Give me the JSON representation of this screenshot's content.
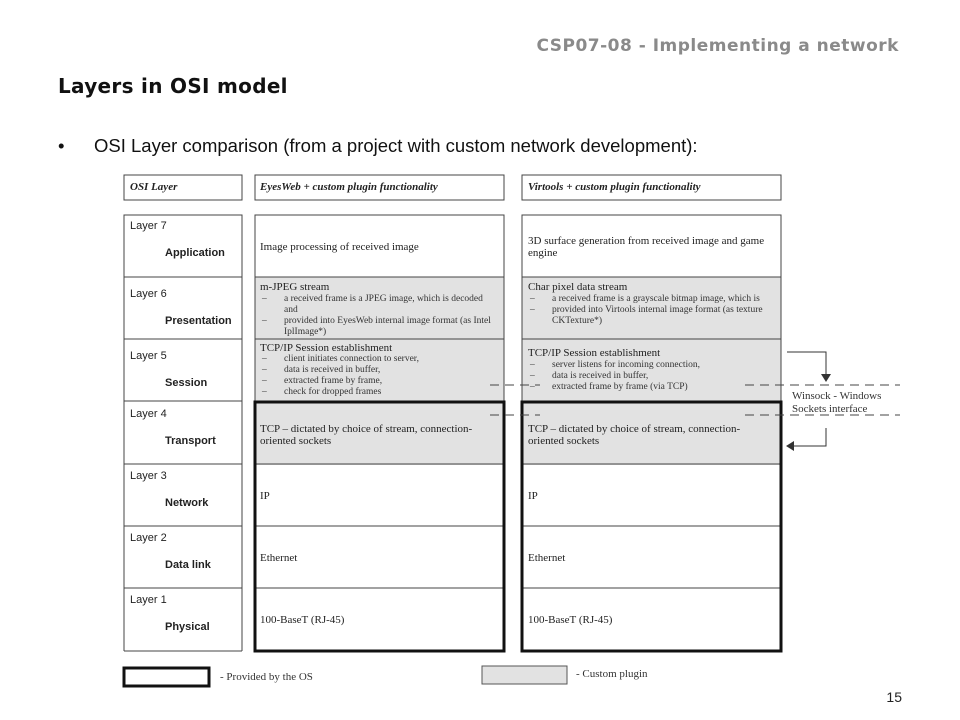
{
  "header": {
    "course": "CSP07-08 - Implementing a network",
    "title": "Layers in OSI model",
    "bullet": "OSI Layer comparison (from a project with custom network development):",
    "bullet_mark": "•",
    "page_number": "15"
  },
  "table": {
    "col_headers": {
      "osi": "OSI Layer",
      "eyesweb": "EyesWeb + custom plugin functionality",
      "virtools": "Virtools + custom plugin functionality"
    },
    "layers": [
      {
        "layer": "Layer 7",
        "name": "Application"
      },
      {
        "layer": "Layer 6",
        "name": "Presentation"
      },
      {
        "layer": "Layer 5",
        "name": "Session"
      },
      {
        "layer": "Layer 4",
        "name": "Transport"
      },
      {
        "layer": "Layer 3",
        "name": "Network"
      },
      {
        "layer": "Layer 2",
        "name": "Data link"
      },
      {
        "layer": "Layer 1",
        "name": "Physical"
      }
    ],
    "eyesweb": {
      "l7": "Image processing of received image",
      "l6_title": "m-JPEG stream",
      "l6_items": [
        "a received frame is a JPEG image, which is decoded and",
        "provided into EyesWeb internal image format (as Intel IplImage*)"
      ],
      "l5_title": "TCP/IP Session establishment",
      "l5_items": [
        "client initiates connection to server,",
        "data is received in buffer,",
        "extracted frame by frame,",
        "check for dropped frames"
      ],
      "l4": "TCP – dictated by choice of stream, connection-oriented sockets",
      "l3": "IP",
      "l2": "Ethernet",
      "l1": "100-BaseT (RJ-45)"
    },
    "virtools": {
      "l7": "3D surface generation from received image and game engine",
      "l6_title": "Char pixel data stream",
      "l6_items": [
        "a received frame is a grayscale bitmap image, which is",
        "provided into Virtools internal image format (as texture CKTexture*)"
      ],
      "l5_title": "TCP/IP Session establishment",
      "l5_items": [
        "server listens for incoming connection,",
        "data is received in buffer,",
        "extracted frame by frame (via TCP)"
      ],
      "l4": "TCP – dictated by choice of stream, connection-oriented sockets",
      "l3": "IP",
      "l2": "Ethernet",
      "l1": "100-BaseT (RJ-45)"
    },
    "winsock": {
      "line1": "Winsock - Windows",
      "line2": "Sockets interface"
    },
    "legend": {
      "os": "- Provided by the OS",
      "plugin": "- Custom plugin"
    },
    "colors": {
      "plugin_fill": "#e2e2e2",
      "border": "#333333",
      "course_gray": "#8a8a8a"
    }
  }
}
